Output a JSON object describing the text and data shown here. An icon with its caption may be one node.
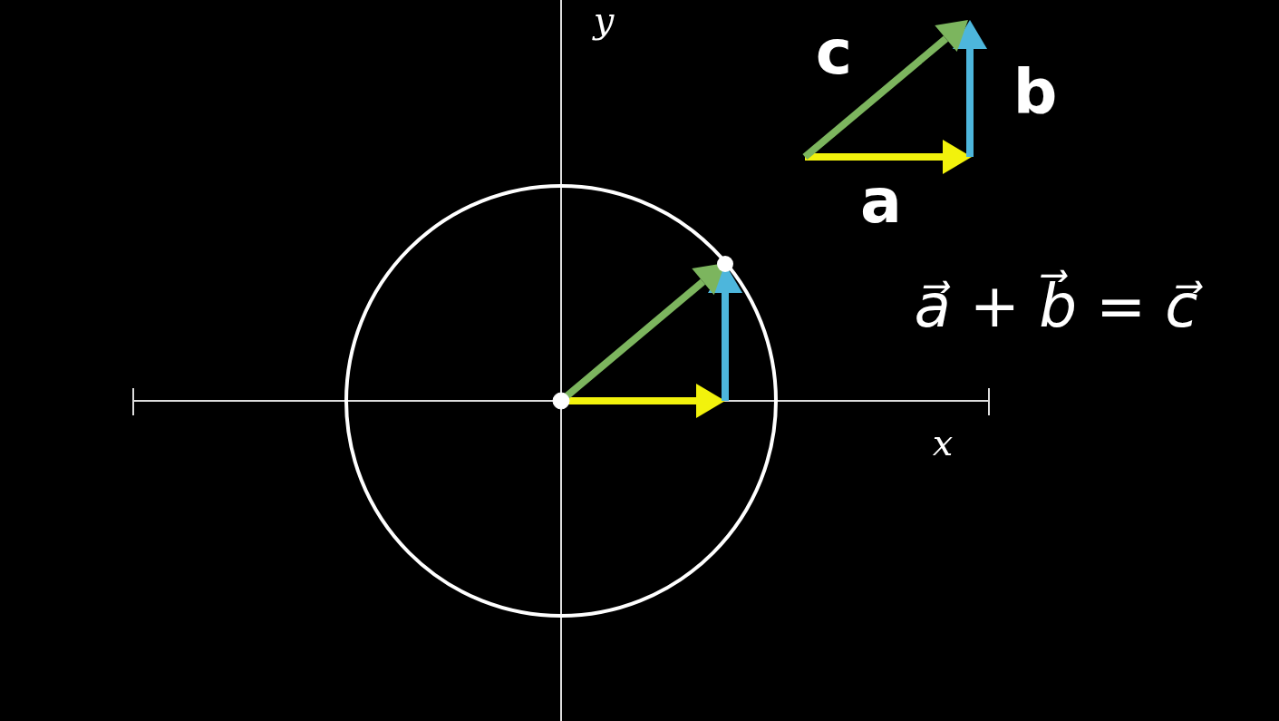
{
  "diagram": {
    "labels": [
      "y",
      "c",
      "b",
      "a",
      "a⃗ + b⃗ = c⃗",
      "x"
    ]
  }
}
